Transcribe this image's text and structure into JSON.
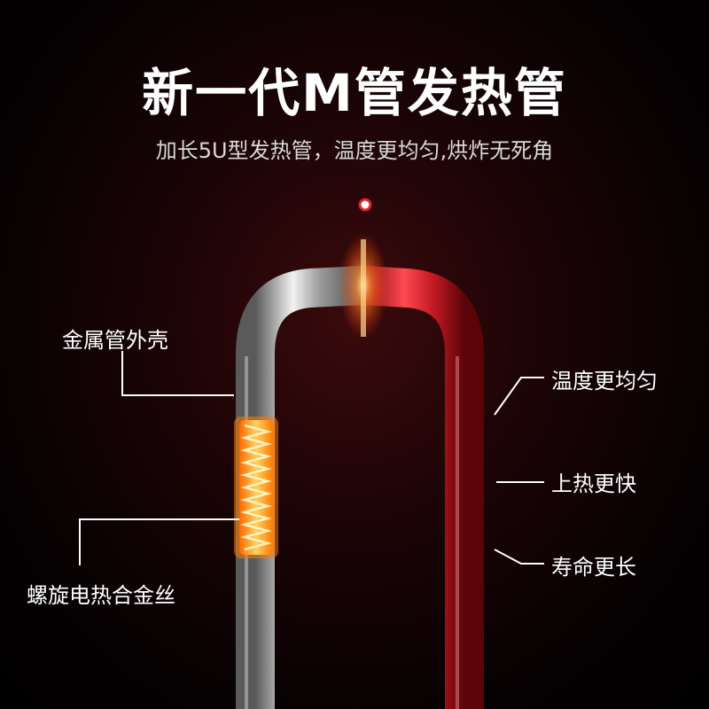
{
  "header": {
    "title": "新一代M管发热管",
    "subtitle": "加长5U型发热管，温度更均匀,烘炸无死角"
  },
  "callouts": {
    "shell": "金属管外壳",
    "wire": "螺旋电热合金丝",
    "even": "温度更均匀",
    "fast": "上热更快",
    "life": "寿命更长"
  },
  "colors": {
    "accent_red": "#e0202a",
    "coil_orange": "#ff9a1a",
    "metal": "#cfcfcf",
    "background": "#0a0203"
  }
}
